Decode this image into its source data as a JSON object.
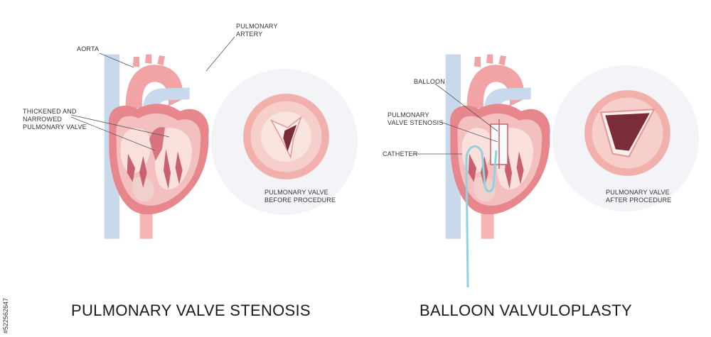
{
  "left_panel": {
    "title": "PULMONARY VALVE STENOSIS",
    "labels": {
      "aorta": "AORTA",
      "pulmonary_artery_line1": "PULMONARY",
      "pulmonary_artery_line2": "ARTERY",
      "valve_line1": "THICKENED AND",
      "valve_line2": "NARROWED",
      "valve_line3": "PULMONARY VALVE",
      "inset_line1": "PULMONARY VALVE",
      "inset_line2": "BEFORE PROCEDURE"
    }
  },
  "right_panel": {
    "title": "BALLOON VALVULOPLASTY",
    "labels": {
      "balloon": "BALLOON",
      "stenosis_line1": "PULMONARY",
      "stenosis_line2": "VALVE STENOSIS",
      "catheter": "CATHETER",
      "inset_line1": "PULMONARY VALVE",
      "inset_line2": "AFTER PROCEDURE"
    }
  },
  "stock_id": "#522562647",
  "colors": {
    "vein": "#c9d9ec",
    "aorta": "#f2a3a5",
    "heart_outer": "#e8868d",
    "heart_wall": "#f4bfbf",
    "chamber": "#f9e0dc",
    "muscle": "#c96070",
    "catheter": "#8fd3df",
    "valve_opening": "#7a2d38"
  }
}
